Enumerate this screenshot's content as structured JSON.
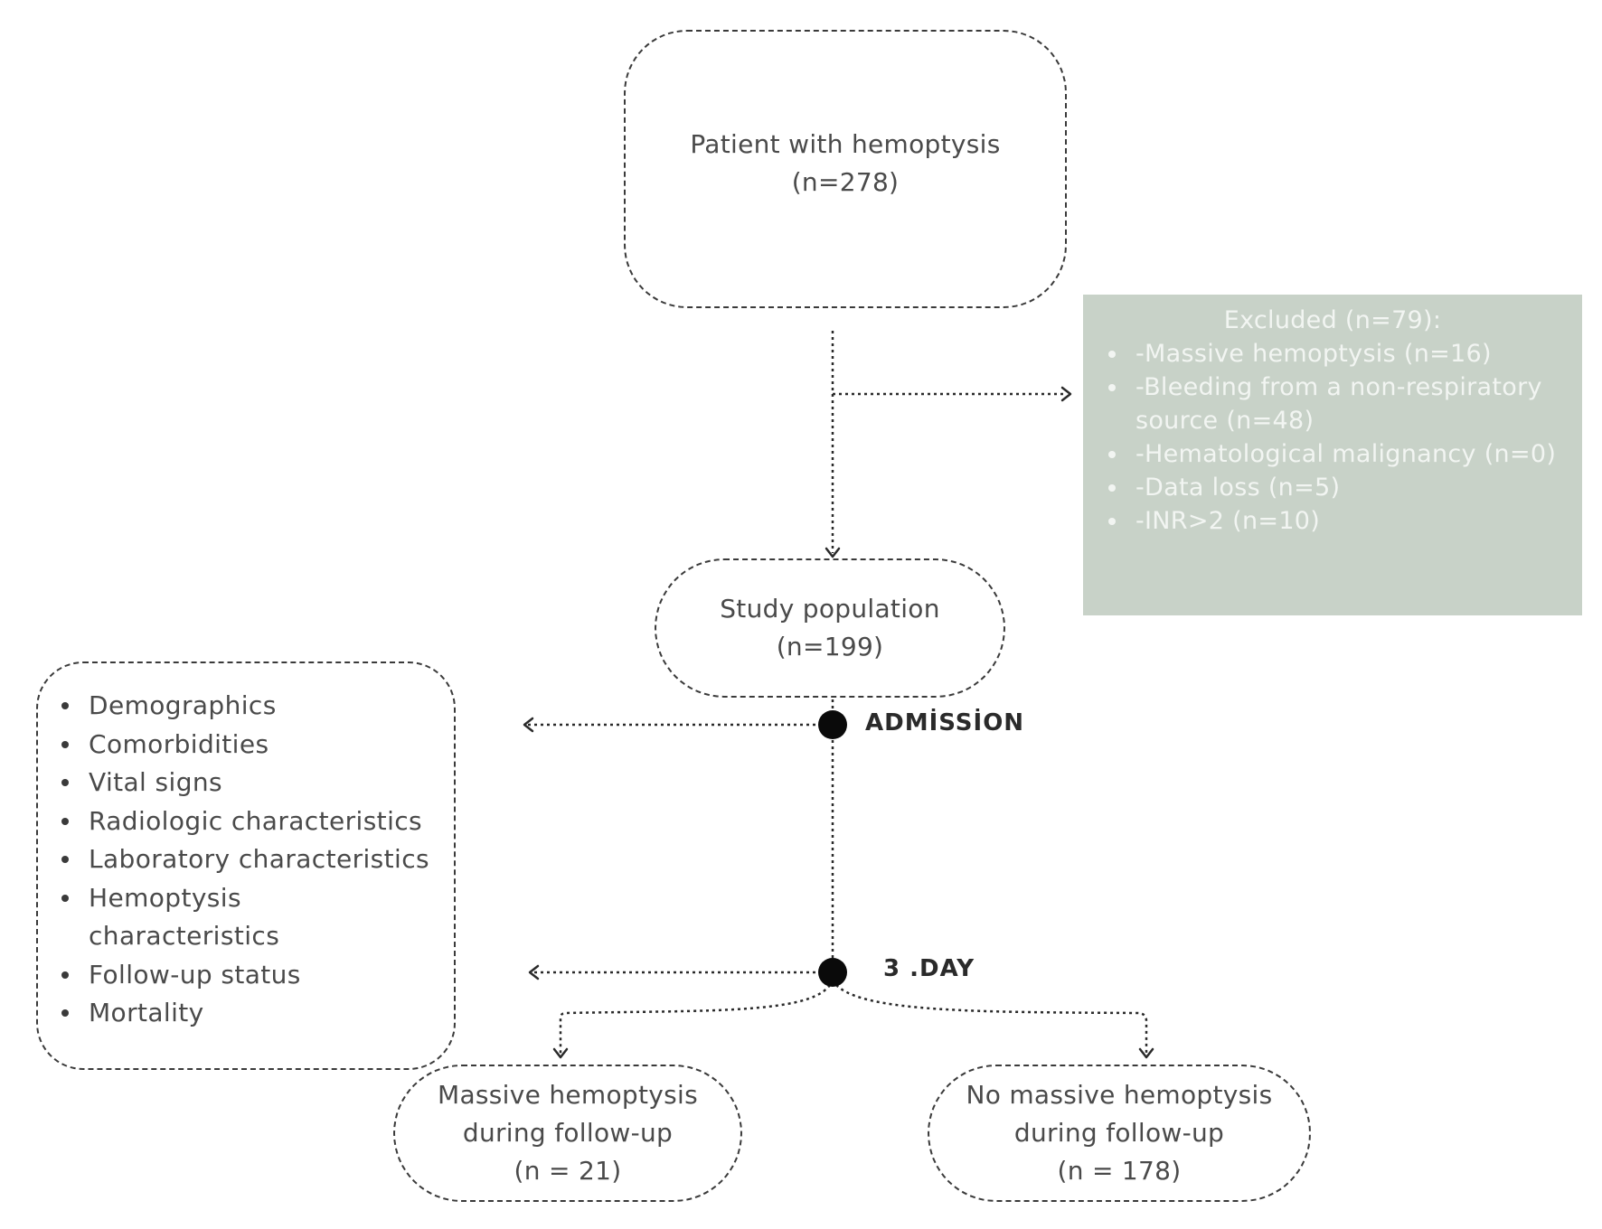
{
  "patients_box": {
    "label": "Patient with hemoptysis",
    "count": "(n=278)"
  },
  "excluded_box": {
    "title": "Excluded (n=79):",
    "items": [
      "-Massive hemoptysis (n=16)",
      "-Bleeding from a non-respiratory source (n=48)",
      "-Hematological malignancy (n=0)",
      "-Data loss (n=5)",
      "-INR>2 (n=10)"
    ],
    "background_color": "#c8d2c8"
  },
  "study_box": {
    "label": "Study population",
    "count": "(n=199)"
  },
  "stages": {
    "admission": "ADMİSSİON",
    "day3": "3 .DAY"
  },
  "variables_box": {
    "items": [
      "Demographics",
      "Comorbidities",
      "Vital signs",
      "Radiologic characteristics",
      "Laboratory characteristics",
      "Hemoptysis characteristics",
      "Follow-up status",
      "Mortality"
    ]
  },
  "outcome_massive": {
    "line1": "Massive hemoptysis",
    "line2": "during follow-up",
    "count": "(n = 21)"
  },
  "outcome_no_massive": {
    "line1": "No massive hemoptysis",
    "line2": "during follow-up",
    "count": "(n = 178)"
  }
}
